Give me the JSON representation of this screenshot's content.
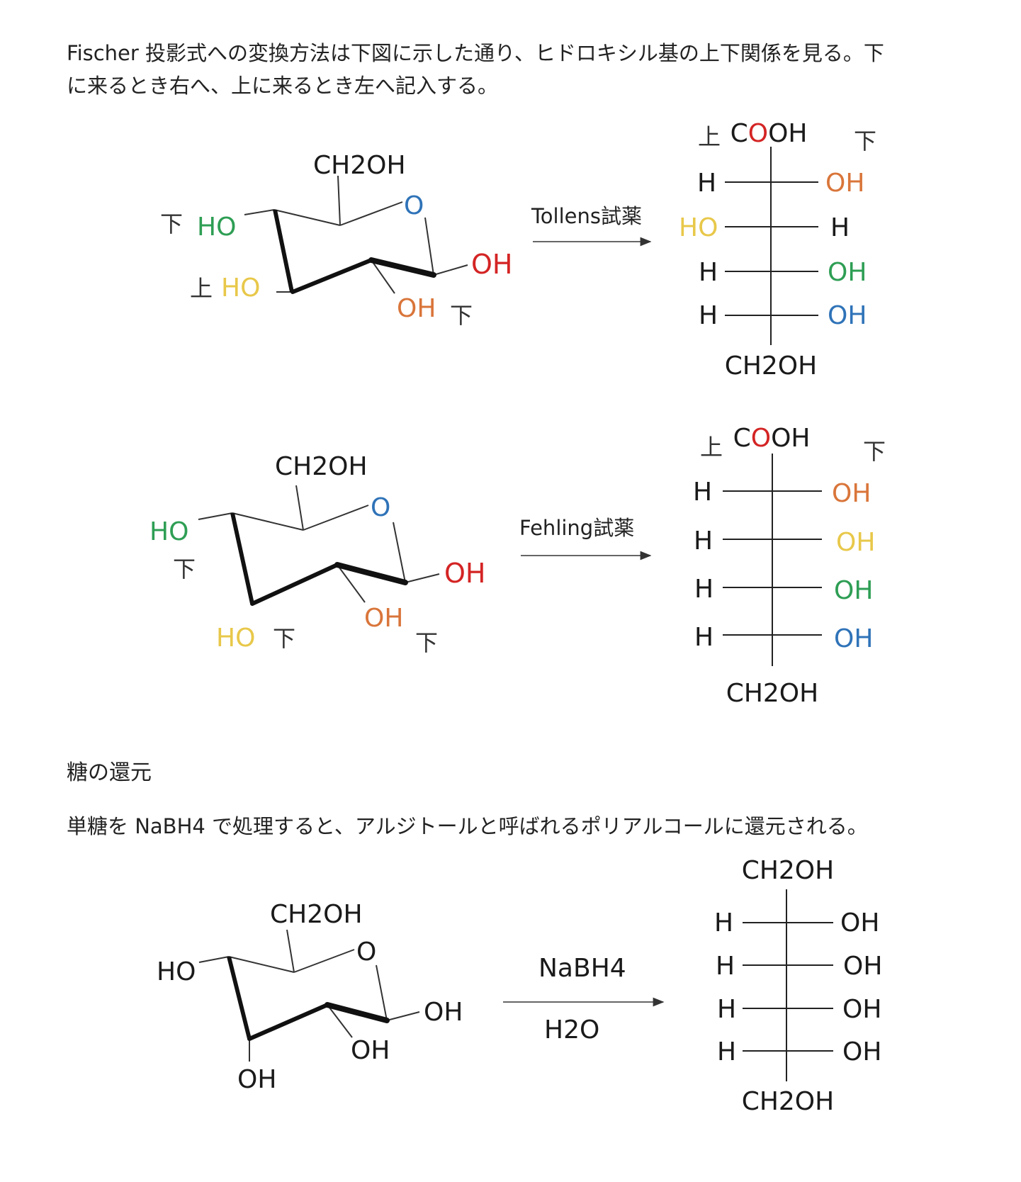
{
  "intro": {
    "line1": "Fischer 投影式への変換方法は下図に示した通り、ヒドロキシル基の上下関係を見る。下",
    "line2": "に来るとき右へ、上に来るとき左へ記入する。"
  },
  "colors": {
    "green": "#2e9e54",
    "yellow": "#e8c84a",
    "orange": "#d9753a",
    "red": "#d42424",
    "blue": "#2f73b8",
    "black": "#1a1a1a"
  },
  "reaction1": {
    "ring": {
      "ch2oh": "CH2OH",
      "ring_o": "O",
      "oh_anomeric": "OH",
      "ho_c4": "HO",
      "ho_c3": "HO",
      "oh_c2": "OH",
      "mark_c4": "下",
      "mark_c3": "上",
      "mark_c2": "下"
    },
    "reagent": "Tollens試薬",
    "fischer": {
      "top_c": "C",
      "top_o": "O",
      "top_oh": "OH",
      "bottom": "CH2OH",
      "mark_left": "上",
      "mark_right": "下",
      "rows": [
        {
          "left": "H",
          "right": "OH"
        },
        {
          "left": "HO",
          "right": "H"
        },
        {
          "left": "H",
          "right": "OH"
        },
        {
          "left": "H",
          "right": "OH"
        }
      ]
    }
  },
  "reaction2": {
    "ring": {
      "ch2oh": "CH2OH",
      "ring_o": "O",
      "oh_anomeric": "OH",
      "ho_c4": "HO",
      "ho_c3": "HO",
      "oh_c2": "OH",
      "mark_c4": "下",
      "mark_c3": "下",
      "mark_c2": "下"
    },
    "reagent": "Fehling試薬",
    "fischer": {
      "top_c": "C",
      "top_o": "O",
      "top_oh": "OH",
      "bottom": "CH2OH",
      "mark_left": "上",
      "mark_right": "下",
      "rows": [
        {
          "left": "H",
          "right": "OH"
        },
        {
          "left": "H",
          "right": "OH"
        },
        {
          "left": "H",
          "right": "OH"
        },
        {
          "left": "H",
          "right": "OH"
        }
      ]
    }
  },
  "reduction": {
    "heading": "糖の還元",
    "body": "単糖を NaBH4 で処理すると、アルジトールと呼ばれるポリアルコールに還元される。",
    "ring": {
      "ch2oh": "CH2OH",
      "ring_o": "O",
      "oh_anomeric": "OH",
      "ho_c4": "HO",
      "oh_c3": "OH",
      "oh_c2": "OH"
    },
    "reagent_top": "NaBH4",
    "reagent_bottom": "H2O",
    "fischer": {
      "top": "CH2OH",
      "bottom": "CH2OH",
      "rows": [
        {
          "left": "H",
          "right": "OH"
        },
        {
          "left": "H",
          "right": "OH"
        },
        {
          "left": "H",
          "right": "OH"
        },
        {
          "left": "H",
          "right": "OH"
        }
      ]
    }
  }
}
